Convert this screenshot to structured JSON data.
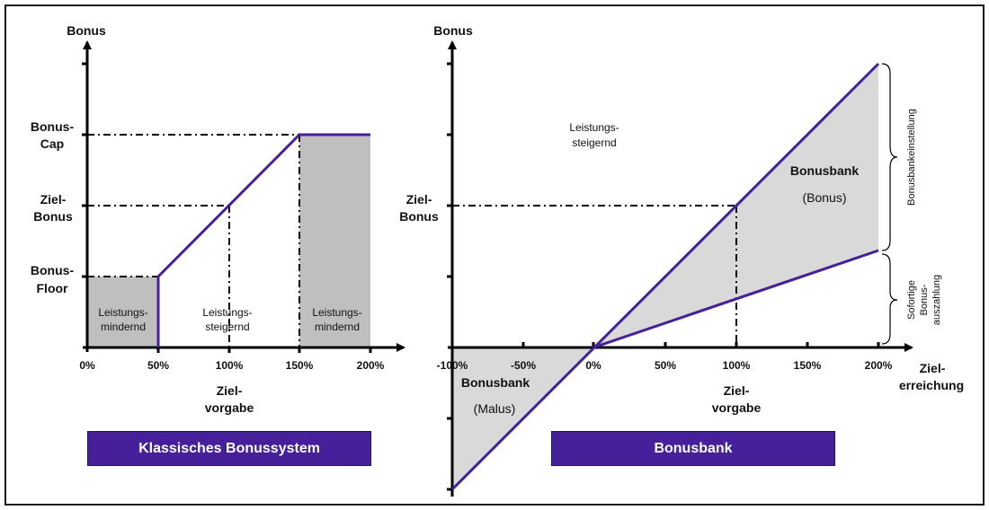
{
  "colors": {
    "accent_line": "#45209A",
    "title_box": "#45209A",
    "dark_fill": "#BFBFBF",
    "light_fill": "#D9D9D9",
    "axis": "#000000"
  },
  "left_chart": {
    "y_axis_label": "Bonus",
    "y_labels": {
      "cap_1": "Bonus-",
      "cap_2": "Cap",
      "target_1": "Ziel-",
      "target_2": "Bonus",
      "floor_1": "Bonus-",
      "floor_2": "Floor"
    },
    "x_ticks": [
      "0%",
      "50%",
      "100%",
      "150%",
      "200%"
    ],
    "x_axis_label_1": "Ziel-",
    "x_axis_label_2": "vorgabe",
    "regions": {
      "left_1": "Leistungs-",
      "left_2": "mindernd",
      "mid_1": "Leistungs-",
      "mid_2": "steigernd",
      "right_1": "Leistungs-",
      "right_2": "mindernd"
    },
    "title": "Klassisches Bonussystem"
  },
  "right_chart": {
    "y_axis_label": "Bonus",
    "y_labels": {
      "target_1": "Ziel-",
      "target_2": "Bonus"
    },
    "x_ticks": [
      "-100%",
      "-50%",
      "0%",
      "50%",
      "100%",
      "150%",
      "200%"
    ],
    "x_axis_label_1": "Ziel-",
    "x_axis_label_2": "vorgabe",
    "x_axis_end_label_1": "Ziel-",
    "x_axis_end_label_2": "erreichung",
    "region_upper_1": "Leistungs-",
    "region_upper_2": "steigernd",
    "bonusbank_bonus_1": "Bonusbank",
    "bonusbank_bonus_2": "(Bonus)",
    "bonusbank_malus_1": "Bonusbank",
    "bonusbank_malus_2": "(Malus)",
    "brace_upper": "Bonusbankeinstellung",
    "brace_lower_1": "Sofortige",
    "brace_lower_2": "Bonus-",
    "brace_lower_3": "auszahlung",
    "title": "Bonusbank"
  }
}
